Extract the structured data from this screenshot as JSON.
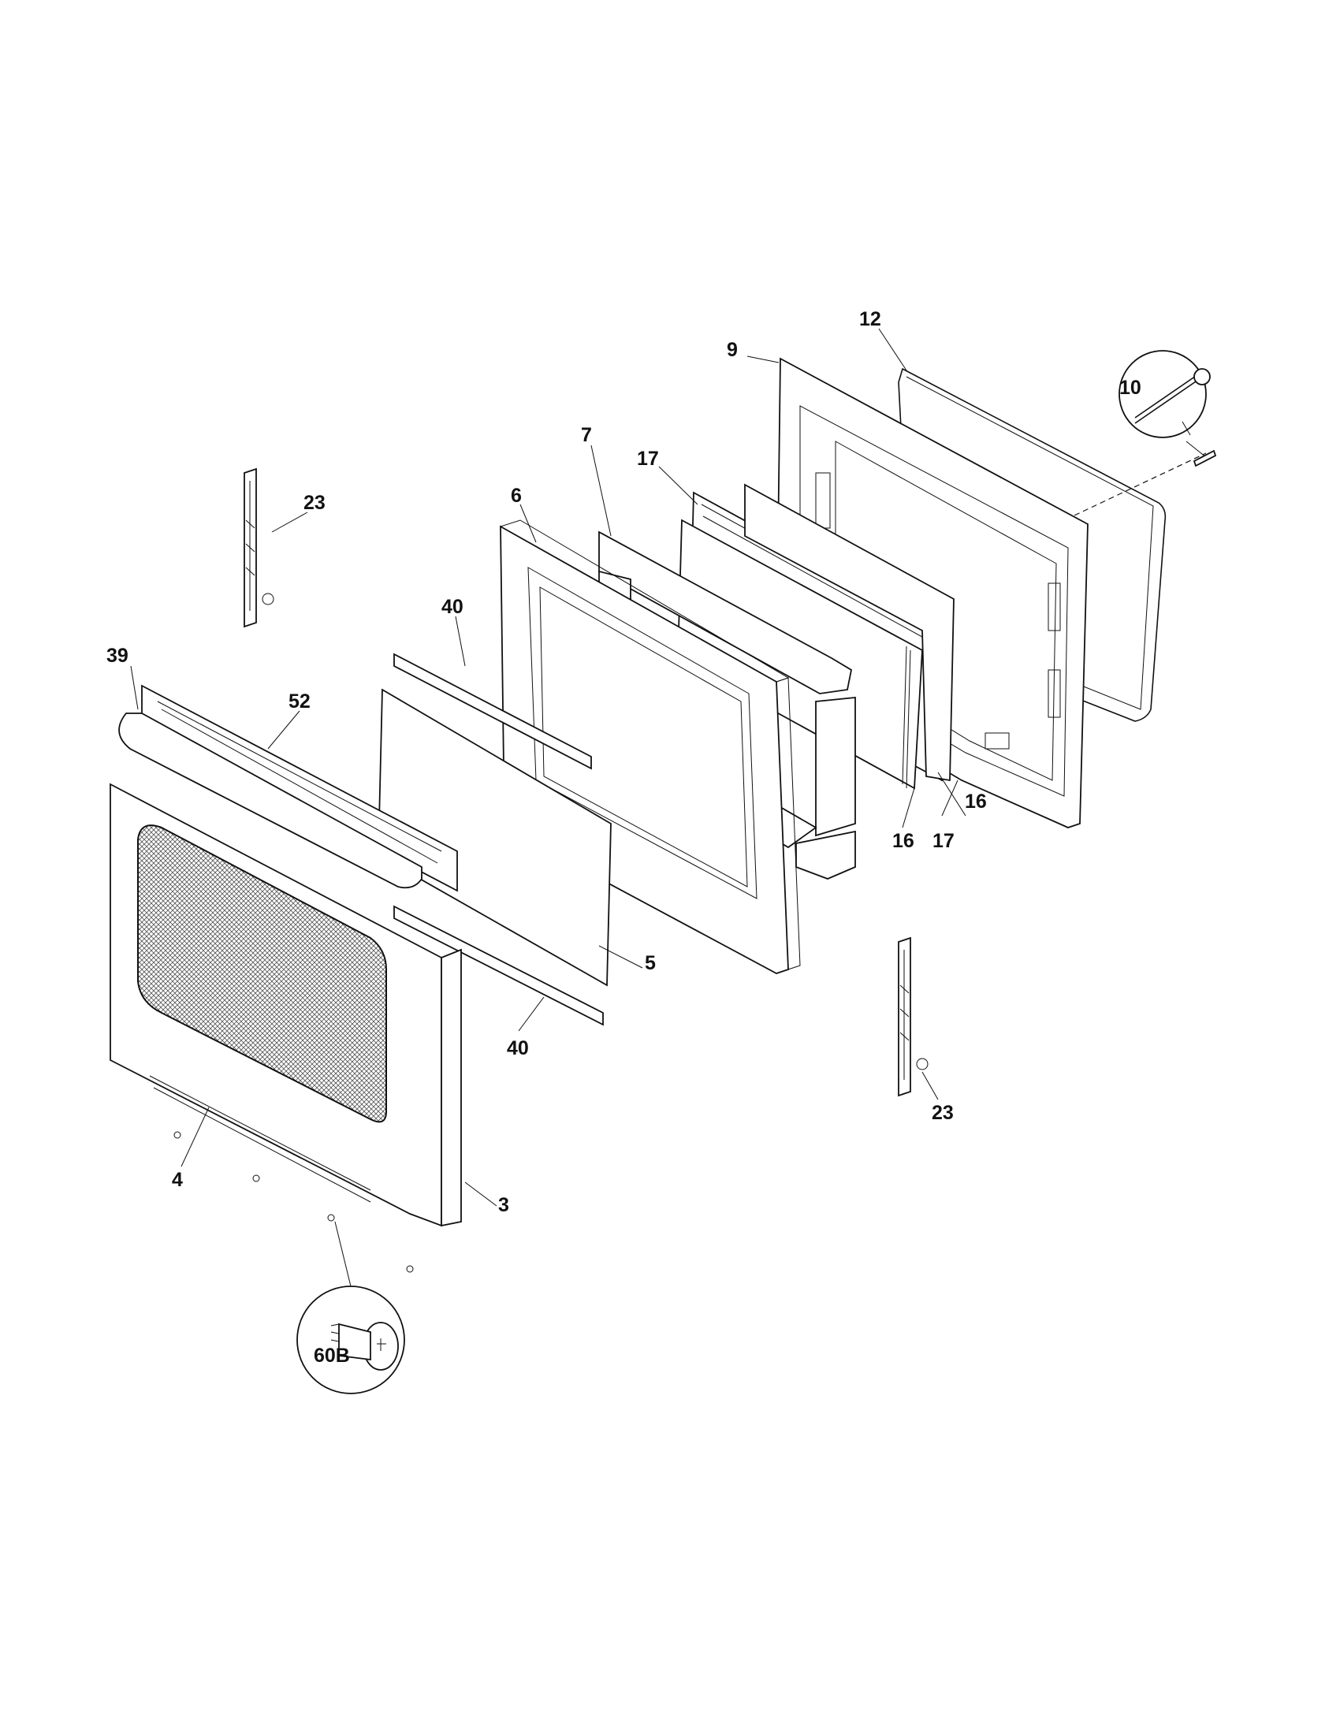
{
  "diagram": {
    "callouts": {
      "c3": "3",
      "c4": "4",
      "c5": "5",
      "c6": "6",
      "c7": "7",
      "c9": "9",
      "c10": "10",
      "c12": "12",
      "c16a": "16",
      "c16b": "16",
      "c17a": "17",
      "c17b": "17",
      "c23a": "23",
      "c23b": "23",
      "c39": "39",
      "c40a": "40",
      "c40b": "40",
      "c52": "52",
      "c60B": "60B"
    }
  }
}
